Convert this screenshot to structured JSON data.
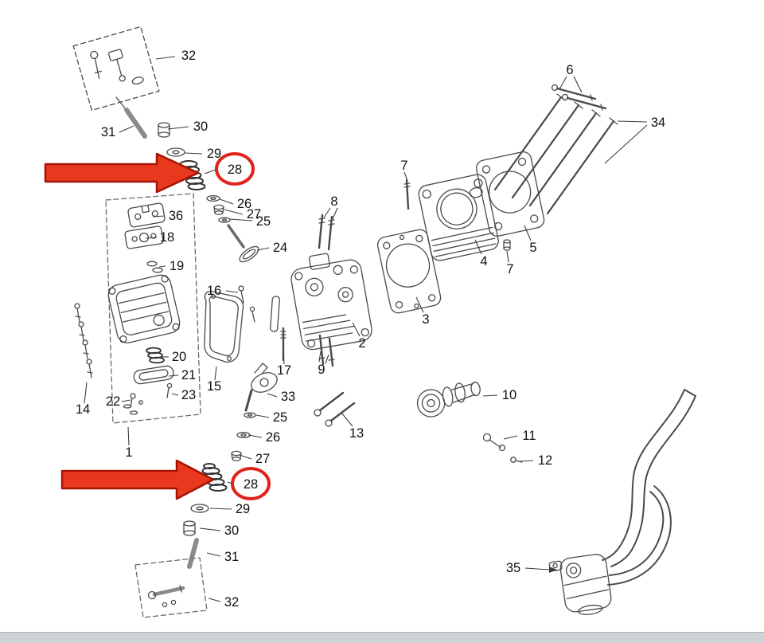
{
  "diagram": {
    "highlight": {
      "arrows_point_to_part": "28",
      "arrow_color": "#e8391f",
      "arrow_outline_color": "#a61305",
      "circle_color": "#e0241b"
    },
    "bottom_bar_color": "#ced3d8",
    "callouts": {
      "part32_top": "32",
      "part31_top": "31",
      "part30_top": "30",
      "part29_top": "29",
      "part28_top": "28",
      "part26_top": "26",
      "part27_top": "27",
      "part25_top": "25",
      "part24": "24",
      "part36": "36",
      "part18": "18",
      "part19": "19",
      "part20": "20",
      "part21": "21",
      "part22": "22",
      "part23": "23",
      "part15": "15",
      "part16": "16",
      "part17": "17",
      "part14": "14",
      "part1": "1",
      "part33": "33",
      "part25_bottom": "25",
      "part26_bottom": "26",
      "part27_bottom": "27",
      "part28_bottom": "28",
      "part29_bottom": "29",
      "part30_bottom": "30",
      "part31_bottom": "31",
      "part32_bottom": "32",
      "part2": "2",
      "part3": "3",
      "part4": "4",
      "part5": "5",
      "part6": "6",
      "part7_left": "7",
      "part7_right": "7",
      "part8": "8",
      "part9": "9",
      "part10": "10",
      "part11": "11",
      "part12": "12",
      "part13": "13",
      "part34": "34",
      "part35": "35"
    }
  }
}
